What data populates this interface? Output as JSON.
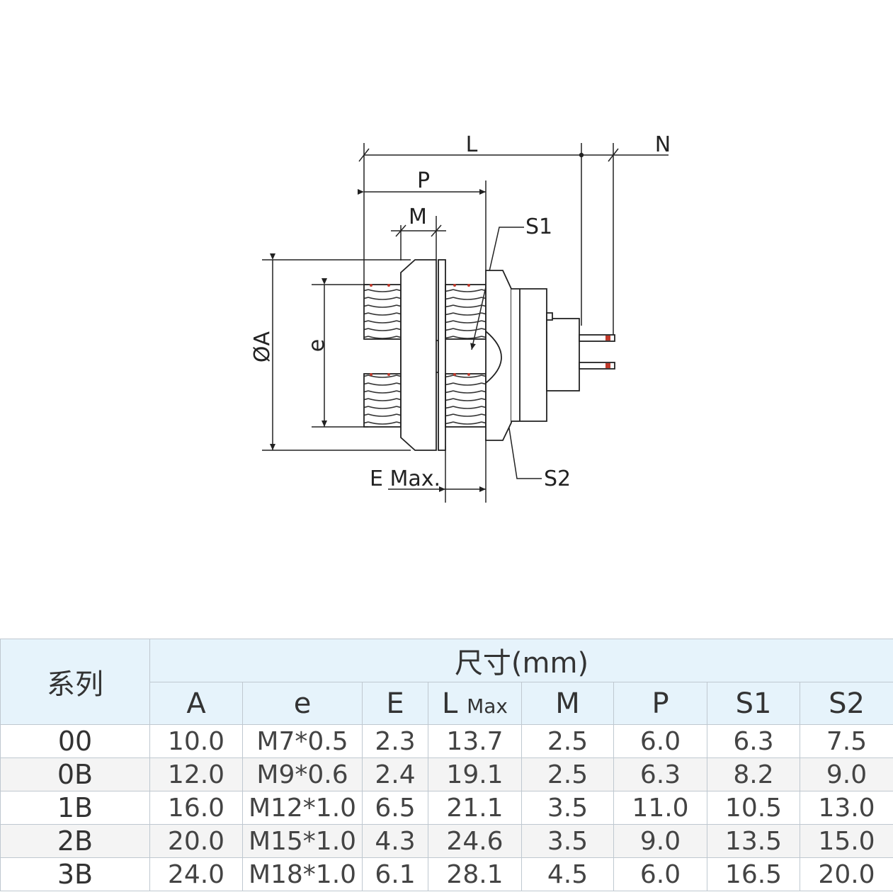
{
  "drawing": {
    "labels": {
      "L": "L",
      "N": "N",
      "P": "P",
      "M": "M",
      "S1": "S1",
      "S2": "S2",
      "A": "ØA",
      "e": "e",
      "E": "E Max."
    }
  },
  "table": {
    "series_header": "系列",
    "dimension_header": "尺寸(mm)",
    "columns": [
      "A",
      "e",
      "E",
      "L",
      "M",
      "P",
      "S1",
      "S2"
    ],
    "l_suffix": "Max",
    "rows": [
      {
        "series": "00",
        "values": [
          "10.0",
          "M7*0.5",
          "2.3",
          "13.7",
          "2.5",
          "6.0",
          "6.3",
          "7.5"
        ]
      },
      {
        "series": "0B",
        "values": [
          "12.0",
          "M9*0.6",
          "2.4",
          "19.1",
          "2.5",
          "6.3",
          "8.2",
          "9.0"
        ]
      },
      {
        "series": "1B",
        "values": [
          "16.0",
          "M12*1.0",
          "6.5",
          "21.1",
          "3.5",
          "11.0",
          "10.5",
          "13.0"
        ]
      },
      {
        "series": "2B",
        "values": [
          "20.0",
          "M15*1.0",
          "4.3",
          "24.6",
          "3.5",
          "9.0",
          "13.5",
          "15.0"
        ]
      },
      {
        "series": "3B",
        "values": [
          "24.0",
          "M18*1.0",
          "6.1",
          "28.1",
          "4.5",
          "6.0",
          "16.5",
          "20.0"
        ]
      }
    ]
  }
}
